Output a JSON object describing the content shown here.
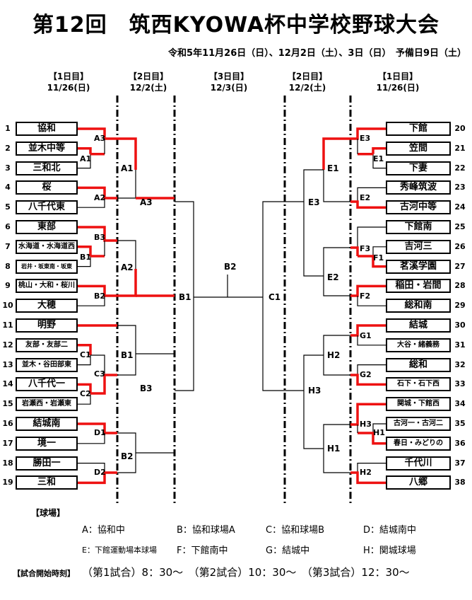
{
  "title": "第12回　筑西KYOWA杯中学校野球大会",
  "dates": "令和5年11月26日（日）、12月2日（土）、3日（日）　予備日9日（土）",
  "columns": [
    {
      "round": "【1日目】",
      "date": "11/26(日)"
    },
    {
      "round": "【2日目】",
      "date": "12/2(土)"
    },
    {
      "round": "【3日目】",
      "date": "12/3(日)"
    },
    {
      "round": "【2日目】",
      "date": "12/2(土)"
    },
    {
      "round": "【1日目】",
      "date": "11/26(日)"
    }
  ],
  "left_teams": [
    {
      "num": "1",
      "name": "協和"
    },
    {
      "num": "2",
      "name": "並木中等"
    },
    {
      "num": "3",
      "name": "三和北"
    },
    {
      "num": "4",
      "name": "桜"
    },
    {
      "num": "5",
      "name": "八千代東"
    },
    {
      "num": "6",
      "name": "東部"
    },
    {
      "num": "7",
      "name": "水海道・水海道西"
    },
    {
      "num": "8",
      "name": "岩井・坂東南・坂東"
    },
    {
      "num": "9",
      "name": "桃山・大和・桜川"
    },
    {
      "num": "10",
      "name": "大穂"
    },
    {
      "num": "11",
      "name": "明野"
    },
    {
      "num": "12",
      "name": "友部・友部二"
    },
    {
      "num": "13",
      "name": "並木・谷田部東"
    },
    {
      "num": "14",
      "name": "八千代一"
    },
    {
      "num": "15",
      "name": "岩瀬西・岩瀬東"
    },
    {
      "num": "16",
      "name": "結城南"
    },
    {
      "num": "17",
      "name": "境一"
    },
    {
      "num": "18",
      "name": "勝田一"
    },
    {
      "num": "19",
      "name": "三和"
    }
  ],
  "right_teams": [
    {
      "num": "20",
      "name": "下館"
    },
    {
      "num": "21",
      "name": "笠間"
    },
    {
      "num": "22",
      "name": "下妻"
    },
    {
      "num": "23",
      "name": "秀峰筑波"
    },
    {
      "num": "24",
      "name": "古河中等"
    },
    {
      "num": "25",
      "name": "下館南"
    },
    {
      "num": "26",
      "name": "吉河三"
    },
    {
      "num": "27",
      "name": "茗溪学園"
    },
    {
      "num": "28",
      "name": "稲田・岩間"
    },
    {
      "num": "29",
      "name": "総和南"
    },
    {
      "num": "30",
      "name": "結城"
    },
    {
      "num": "31",
      "name": "大谷・緒義務"
    },
    {
      "num": "32",
      "name": "総和"
    },
    {
      "num": "33",
      "name": "石下・石下西"
    },
    {
      "num": "34",
      "name": "関城・下館西"
    },
    {
      "num": "35",
      "name": "古河一・古河二"
    },
    {
      "num": "36",
      "name": "春日・みどりの"
    },
    {
      "num": "37",
      "name": "千代川"
    },
    {
      "num": "38",
      "name": "八郷"
    }
  ],
  "match_labels": {
    "A3a": "A3",
    "A1a": "A1",
    "A2a": "A2",
    "B3a": "B3",
    "B1a": "B1",
    "B2a": "B2",
    "C1a": "C1",
    "C3a": "C3",
    "C2a": "C2",
    "D1a": "D1",
    "D2a": "D2",
    "A1b": "A1",
    "A2b": "A2",
    "B1b": "B1",
    "B2b": "B2",
    "A3b": "A3",
    "B3b": "B3",
    "B1c": "B1",
    "C1b": "C1",
    "B2c": "B2",
    "E3a": "E3",
    "E1a": "E1",
    "E2a": "E2",
    "F3a": "F3",
    "F1a": "F1",
    "F2a": "F2",
    "G1a": "G1",
    "G2a": "G2",
    "H3a": "H3",
    "H1a": "H1",
    "H2a": "H2",
    "E1b": "E1",
    "E2b": "E2",
    "H2b": "H2",
    "H1b": "H1",
    "E3b": "E3",
    "H3b": "H3"
  },
  "venues_title": "【球場】",
  "venues": [
    "A：協和中",
    "B：協和球場A",
    "C：協和球場B",
    "D：結城南中",
    "E：下館運動場本球場",
    "F：下館南中",
    "G：結城中",
    "H：関城球場"
  ],
  "start_times_label": "【試合開始時刻】",
  "start_times": "（第1試合）8：30～　（第2試合）10：30～　（第3試合）12：30～",
  "colors": {
    "winner_line": "#ee1111",
    "line": "#000000"
  }
}
